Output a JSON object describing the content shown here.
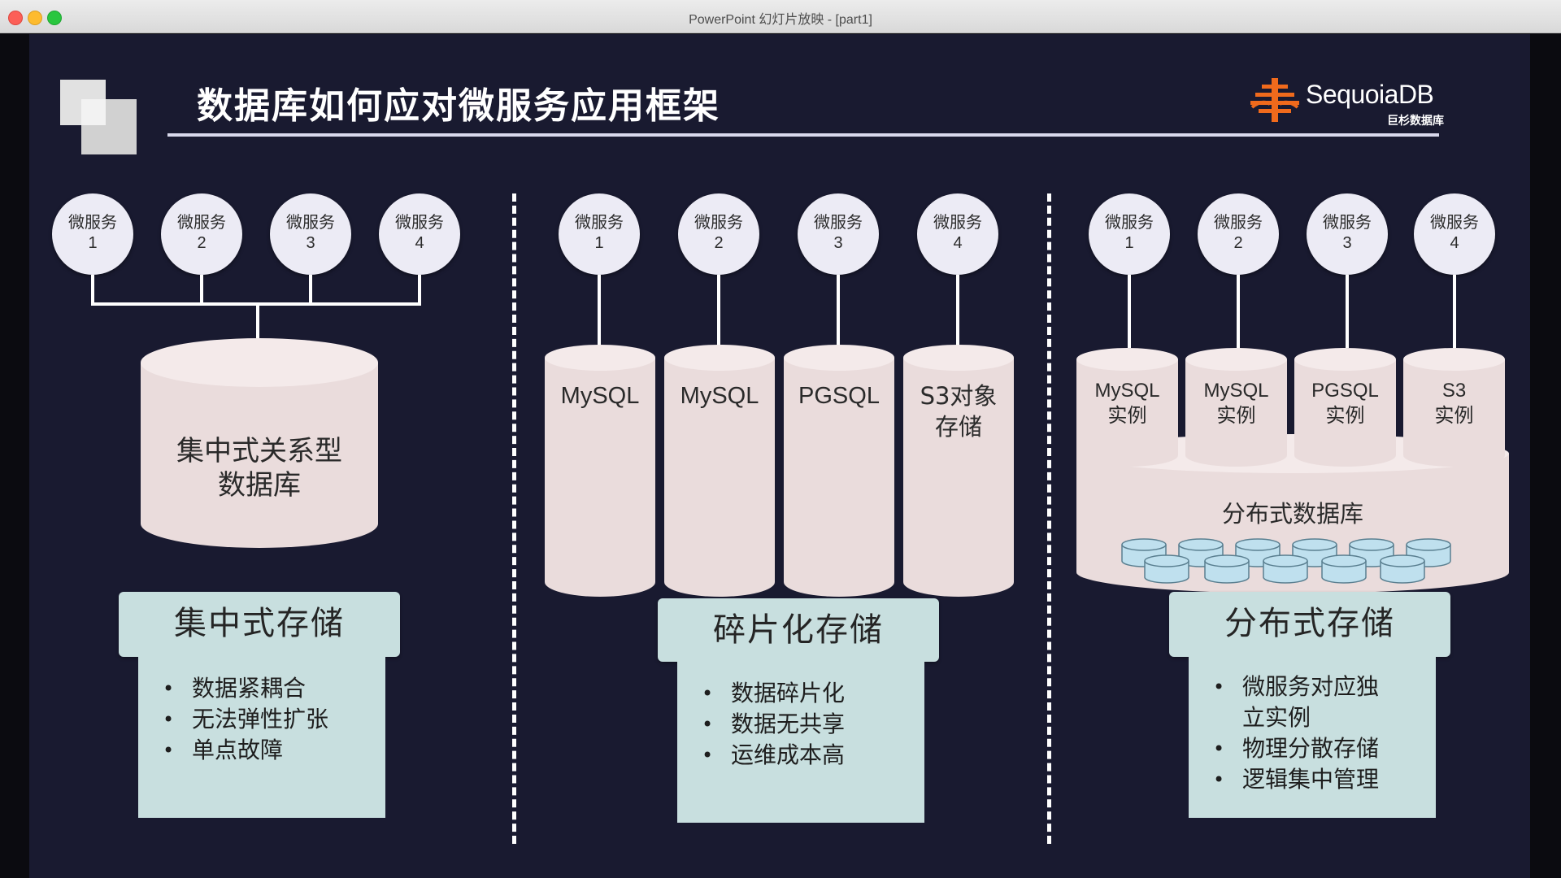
{
  "window": {
    "title": "PowerPoint 幻灯片放映 - [part1]"
  },
  "slide": {
    "title": "数据库如何应对微服务应用框架",
    "logo": {
      "name": "SequoiaDB",
      "subtitle": "巨杉数据库"
    }
  },
  "colors": {
    "slide_bg": "#191a30",
    "cylinder": "#eadcdc",
    "cylinder_top": "#f4eaea",
    "category_box": "#c8dfdf",
    "mini_disk": "#bfe0ee"
  },
  "panels": [
    {
      "services": [
        {
          "label": "微服务",
          "num": "1"
        },
        {
          "label": "微服务",
          "num": "2"
        },
        {
          "label": "微服务",
          "num": "3"
        },
        {
          "label": "微服务",
          "num": "4"
        }
      ],
      "db": {
        "line1": "集中式关系型",
        "line2": "数据库"
      },
      "category": {
        "title": "集中式存储",
        "bullets": [
          "数据紧耦合",
          "无法弹性扩张",
          "单点故障"
        ]
      }
    },
    {
      "services": [
        {
          "label": "微服务",
          "num": "1"
        },
        {
          "label": "微服务",
          "num": "2"
        },
        {
          "label": "微服务",
          "num": "3"
        },
        {
          "label": "微服务",
          "num": "4"
        }
      ],
      "dbs": [
        {
          "line1": "MySQL",
          "line2": ""
        },
        {
          "line1": "MySQL",
          "line2": ""
        },
        {
          "line1": "PGSQL",
          "line2": ""
        },
        {
          "line1": "S3对象",
          "line2": "存储"
        }
      ],
      "category": {
        "title": "碎片化存储",
        "bullets": [
          "数据碎片化",
          "数据无共享",
          "运维成本高"
        ]
      }
    },
    {
      "services": [
        {
          "label": "微服务",
          "num": "1"
        },
        {
          "label": "微服务",
          "num": "2"
        },
        {
          "label": "微服务",
          "num": "3"
        },
        {
          "label": "微服务",
          "num": "4"
        }
      ],
      "instances": [
        {
          "line1": "MySQL",
          "line2": "实例"
        },
        {
          "line1": "MySQL",
          "line2": "实例"
        },
        {
          "line1": "PGSQL",
          "line2": "实例"
        },
        {
          "line1": "S3",
          "line2": "实例"
        }
      ],
      "distributed_db": "分布式数据库",
      "category": {
        "title": "分布式存储",
        "bullets": [
          "微服务对应独",
          "立实例",
          "物理分散存储",
          "逻辑集中管理"
        ]
      }
    }
  ]
}
